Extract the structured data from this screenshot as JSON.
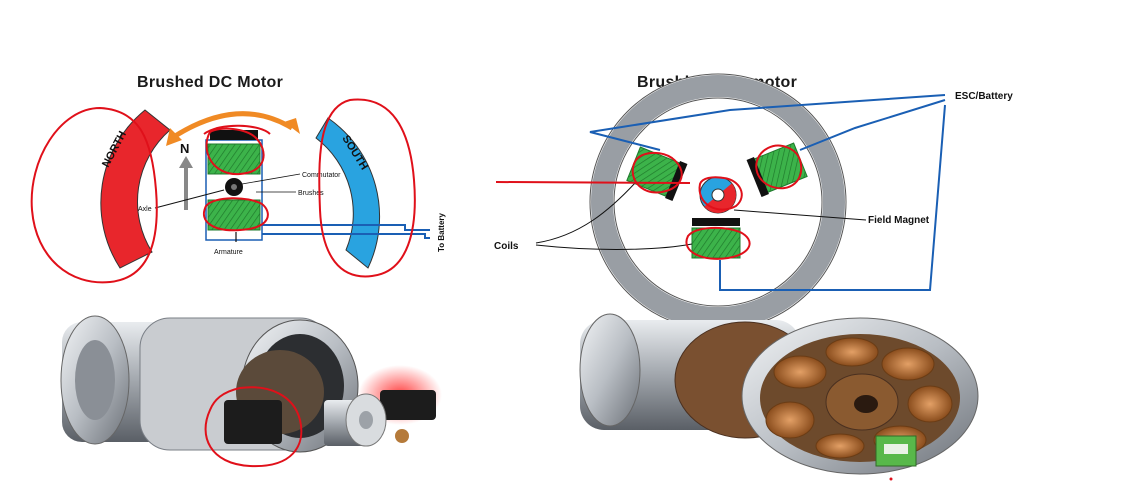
{
  "left_diagram": {
    "title": "Brushed DC Motor",
    "north_label": "NORTH",
    "south_label": "SOUTH",
    "n_arrow_label": "N",
    "commutator_label": "Commutator",
    "brushes_label": "Brushes",
    "axle_label": "Axle",
    "armature_label": "Armature",
    "battery_label": "To Battery"
  },
  "right_diagram": {
    "title": "Brushless DC motor",
    "esc_label": "ESC/Battery",
    "field_magnet_label": "Field Magnet",
    "coils_label": "Coils"
  },
  "colors": {
    "north": "#e8262c",
    "south": "#29a3e0",
    "coil": "#3cb34a",
    "wire": "#1a5fb4",
    "annotation": "#e0101a",
    "arrow": "#f08a24"
  }
}
